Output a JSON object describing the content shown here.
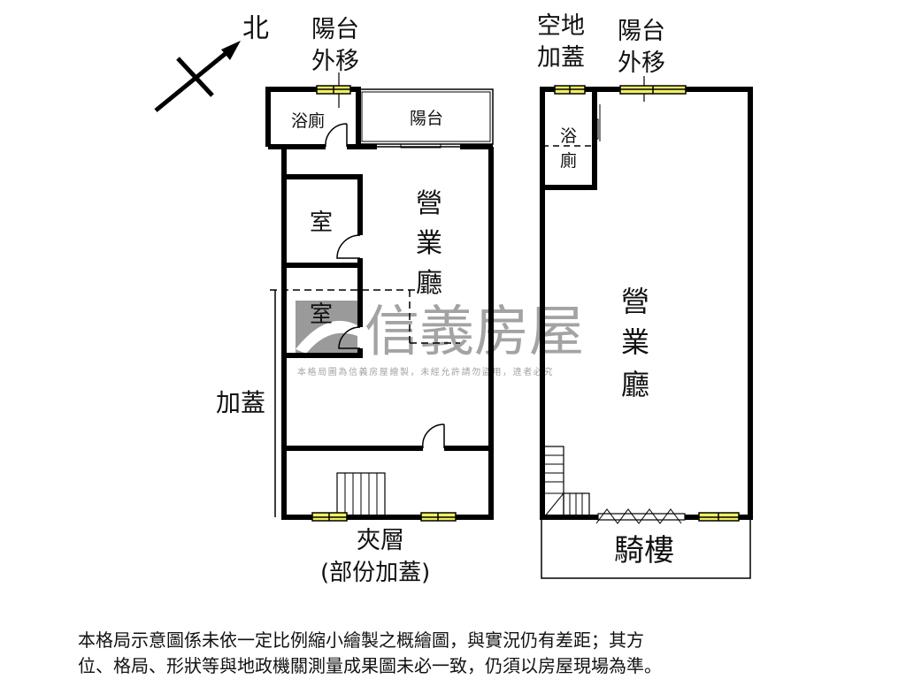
{
  "compass": {
    "label": "北"
  },
  "left_plan": {
    "balcony_moved_label": [
      "陽台",
      "外移"
    ],
    "bathroom": "浴廁",
    "balcony": "陽台",
    "room_1": "室",
    "room_2": "室",
    "hall": [
      "營",
      "業",
      "廳"
    ],
    "extension": "加蓋",
    "mezzanine": "夾層",
    "mezzanine_note": "(部份加蓋)"
  },
  "right_plan": {
    "open_space_label": [
      "空地",
      "加蓋"
    ],
    "balcony_moved_label": [
      "陽台",
      "外移"
    ],
    "bathroom": [
      "浴",
      "廁"
    ],
    "hall": [
      "營",
      "業",
      "廳"
    ],
    "arcade": "騎樓"
  },
  "watermark": {
    "brand": "信義房屋",
    "notice": "本格局圖為信義房屋繪製，未經允許請勿盜用，違者必究"
  },
  "disclaimer": [
    "本格局示意圖係未依一定比例縮小繪製之概繪圖，與實況仍有差距；其方",
    "位、格局、形狀等與地政機關測量成果圖未必一致，仍須以房屋現場為準。"
  ],
  "colors": {
    "wall": "#000000",
    "window": "#f0f060",
    "watermark": "#9a9a9a"
  }
}
